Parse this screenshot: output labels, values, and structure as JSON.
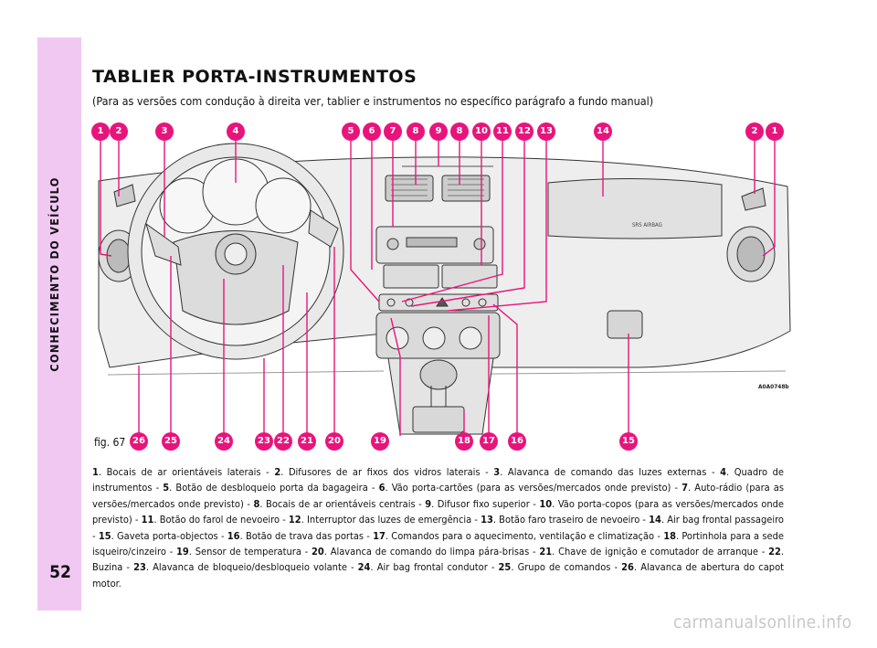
{
  "sidebar": {
    "section_title": "CONHECIMENTO DO VEÍCULO",
    "page_number": "52"
  },
  "header": {
    "title": "TABLIER PORTA-INSTRUMENTOS",
    "subtitle": "(Para as versões com condução à direita ver, tablier e instrumentos no específico parágrafo a fundo manual)"
  },
  "figure": {
    "label": "fig. 67",
    "code": "A0A0748b",
    "airbag_text": "SRS AIRBAG",
    "top_numbers": [
      "1",
      "2",
      "3",
      "4",
      "5",
      "6",
      "7",
      "8",
      "9",
      "8",
      "10",
      "11",
      "12",
      "13",
      "14",
      "2",
      "1"
    ],
    "bottom_numbers": [
      "26",
      "25",
      "24",
      "23",
      "22",
      "21",
      "20",
      "19",
      "18",
      "17",
      "16",
      "15"
    ],
    "badge_color": "#e8147c",
    "sidebar_color": "#f0c8f2"
  },
  "caption": [
    {
      "n": "1",
      "t": "Bocais de ar orientáveis laterais"
    },
    {
      "n": "2",
      "t": "Difusores de ar fixos dos vidros laterais"
    },
    {
      "n": "3",
      "t": "Alavanca de comando das luzes externas"
    },
    {
      "n": "4",
      "t": "Quadro de instrumentos"
    },
    {
      "n": "5",
      "t": "Botão de desbloqueio porta da bagageira"
    },
    {
      "n": "6",
      "t": "Vão porta-cartões (para as versões/mercados onde previsto)"
    },
    {
      "n": "7",
      "t": "Auto-rádio (para as versões/mercados onde previsto)"
    },
    {
      "n": "8",
      "t": "Bocais de ar orientáveis centrais"
    },
    {
      "n": "9",
      "t": "Difusor fixo superior"
    },
    {
      "n": "10",
      "t": "Vão porta-copos (para as versões/mercados onde previsto)"
    },
    {
      "n": "11",
      "t": "Botão do farol de nevoeiro"
    },
    {
      "n": "12",
      "t": "Interruptor das luzes de emergência"
    },
    {
      "n": "13",
      "t": "Botão faro traseiro de nevoeiro"
    },
    {
      "n": "14",
      "t": "Air bag frontal passageiro"
    },
    {
      "n": "15",
      "t": "Gaveta porta-objectos"
    },
    {
      "n": "16",
      "t": "Botão de trava das portas"
    },
    {
      "n": "17",
      "t": "Comandos para o aquecimento, ventilação e climatização"
    },
    {
      "n": "18",
      "t": "Portinhola para a sede isqueiro/cinzeiro"
    },
    {
      "n": "19",
      "t": "Sensor de temperatura"
    },
    {
      "n": "20",
      "t": "Alavanca de comando do limpa pára-brisas"
    },
    {
      "n": "21",
      "t": "Chave de ignição e comutador de arranque"
    },
    {
      "n": "22",
      "t": "Buzina"
    },
    {
      "n": "23",
      "t": "Alavanca de bloqueio/desbloqueio volante"
    },
    {
      "n": "24",
      "t": "Air bag frontal condutor"
    },
    {
      "n": "25",
      "t": "Grupo de comandos"
    },
    {
      "n": "26",
      "t": "Alavanca de abertura do capot motor."
    }
  ],
  "watermark": "carmanualsonline.info"
}
